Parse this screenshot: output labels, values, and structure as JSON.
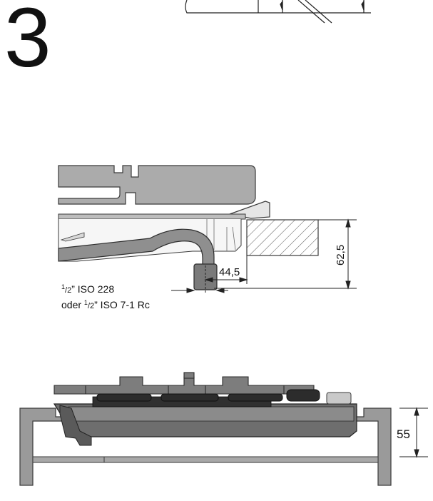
{
  "step": {
    "number": "3"
  },
  "diagram_top": {
    "dimension_horizontal": "44,5",
    "dimension_vertical": "62,5",
    "connection_note": {
      "line1": {
        "fraction_num": "1",
        "fraction_den": "/2",
        "rest": "” ISO 228"
      },
      "line2": {
        "prefix": "oder ",
        "fraction_num": "1",
        "fraction_den": "/2",
        "rest": "” ISO 7-1 Rc"
      }
    }
  },
  "diagram_bottom": {
    "dimension_vertical": "55"
  },
  "colors": {
    "part_fill": "#a9a9a9",
    "part_stroke": "#3a3a3a",
    "dark_fill": "#2a2a2a",
    "line": "#222222"
  }
}
